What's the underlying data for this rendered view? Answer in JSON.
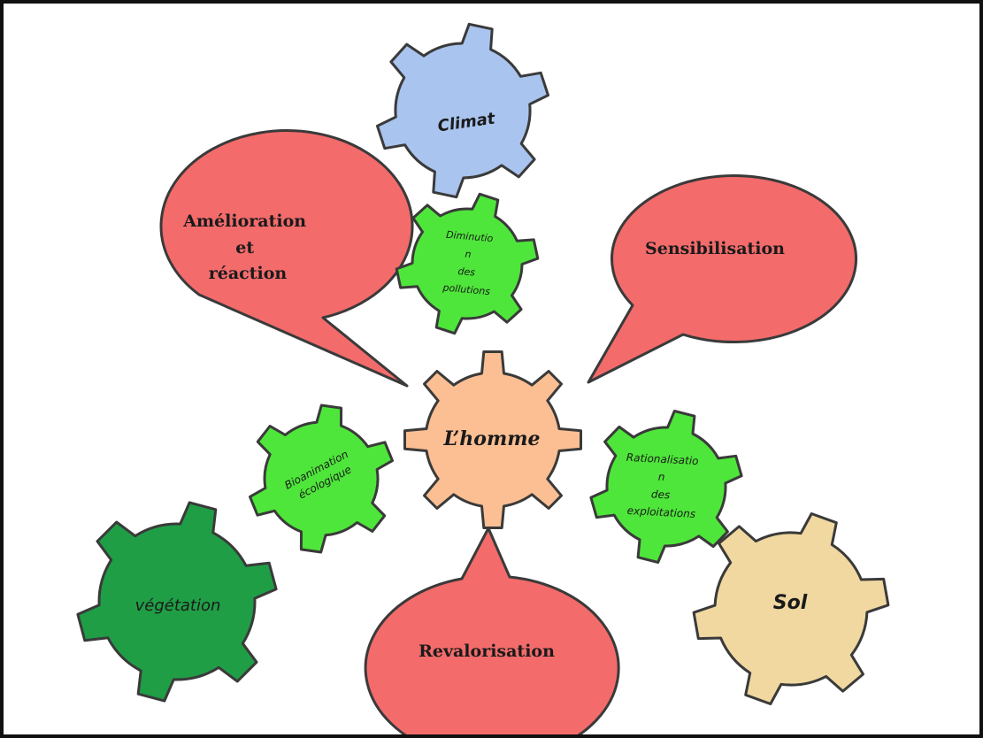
{
  "colors": {
    "frame": "#111111",
    "outline": "#3a3a3a",
    "climat": "#a9c4ee",
    "homme": "#fbbf93",
    "bright_green": "#4ee63a",
    "dark_green": "#1f9e46",
    "sol": "#f0d8a0",
    "bubble_red": "#f36b6b"
  },
  "gears": {
    "climat": {
      "label": "Climat",
      "icon": "gear-icon"
    },
    "homme": {
      "label": "L’homme",
      "icon": "gear-icon"
    },
    "vegetation": {
      "label": "végétation",
      "icon": "gear-icon"
    },
    "sol": {
      "label": "Sol",
      "icon": "gear-icon"
    },
    "pollutions": {
      "lines": [
        "Diminutio",
        "n",
        "des",
        "pollutions"
      ],
      "icon": "gear-icon"
    },
    "bioanimation": {
      "lines": [
        "Bioanimation",
        "écologique"
      ],
      "icon": "gear-icon"
    },
    "rationalisation": {
      "lines": [
        "Rationalisatio",
        "n",
        "des",
        "exploitations"
      ],
      "icon": "gear-icon"
    }
  },
  "bubbles": {
    "amelioration": {
      "lines": [
        "Amélioration",
        "et",
        "réaction"
      ],
      "icon": "speech-bubble-icon"
    },
    "sensibilisation": {
      "lines": [
        "Sensibilisation"
      ],
      "icon": "speech-bubble-icon"
    },
    "revalorisation": {
      "lines": [
        "Revalorisation"
      ],
      "icon": "speech-bubble-icon"
    }
  }
}
